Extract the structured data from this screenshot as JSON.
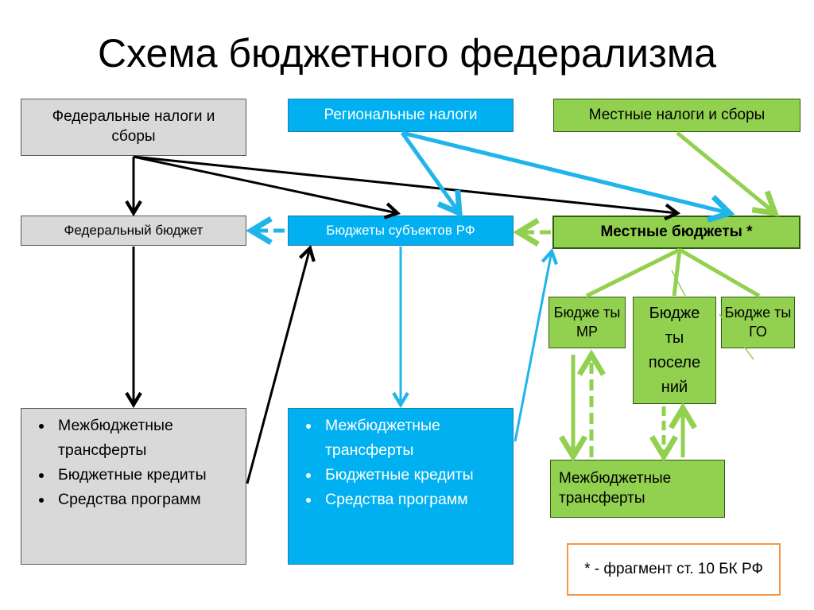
{
  "title": "Схема бюджетного федерализма",
  "boxes": {
    "federal_taxes": "Федеральные налоги и сборы",
    "regional_taxes": "Региональные налоги",
    "local_taxes": "Местные налоги и сборы",
    "federal_budget": "Федеральный бюджет",
    "subject_budgets": "Бюджеты субъектов РФ",
    "local_budgets": "Местные бюджеты *",
    "mr_budgets": "Бюдже ты МР",
    "settlement_budgets": "Бюдже ты поселе ний",
    "go_budgets": "Бюдже ты ГО",
    "local_transfers": "Межбюджетные трансферты"
  },
  "federal_list": [
    "Межбюджетные трансферты",
    "Бюджетные кредиты",
    "Средства программ"
  ],
  "regional_list": [
    "Межбюджетные трансферты",
    "Бюджетные кредиты",
    "Средства программ"
  ],
  "note": "* - фрагмент ст. 10 БК РФ",
  "colors": {
    "black_arrow": "#000000",
    "blue_arrow": "#1fb4ea",
    "green_arrow": "#92d050"
  }
}
